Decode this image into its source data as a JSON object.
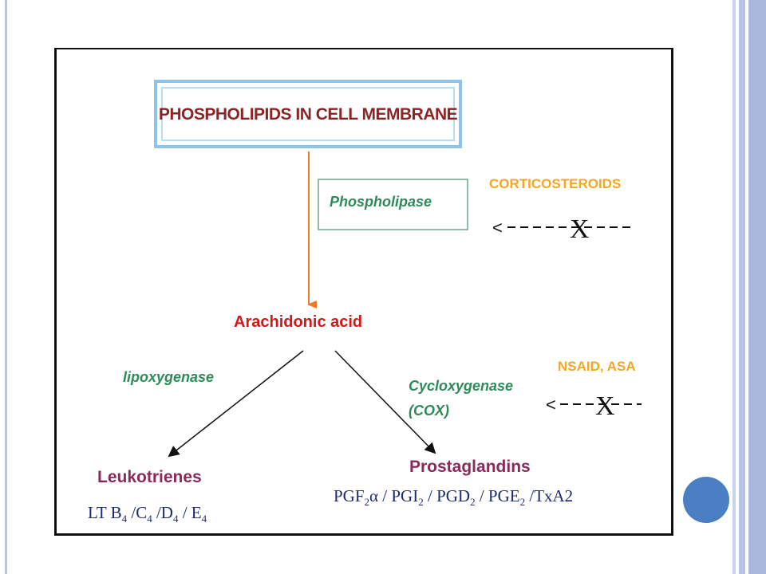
{
  "diagram": {
    "top_box": "PHOSPHOLIPIDS IN CELL MEMBRANE",
    "enzyme_phospholipase": "Phospholipase",
    "drug_corticosteroids": "CORTICOSTEROIDS",
    "intermediate": "Arachidonic acid",
    "enzyme_lipoxygenase": "lipoxygenase",
    "enzyme_cox_line1": "Cycloxygenase",
    "enzyme_cox_line2": "(COX)",
    "drug_nsaid": "NSAID, ASA",
    "product_left": "Leukotrienes",
    "product_right": "Prostaglandins",
    "block_symbol": "X",
    "arrow_head": "<",
    "left_formula": {
      "prefix": "LT B",
      "sub1": "4",
      "p2": " /C",
      "sub2": "4",
      "p3": " /D",
      "sub3": "4",
      "p4": " / E",
      "sub4": "4"
    },
    "right_formula": {
      "p1": "PGF",
      "sub1": "2",
      "p1b": "α",
      "p2": " / PGI",
      "sub2": "2",
      "p3": " / PGD",
      "sub3": "2",
      "p4": " / PGE",
      "sub4": "2",
      "p5": " /TxA2"
    }
  },
  "colors": {
    "title": "#8a2525",
    "enzyme": "#2f8a5a",
    "drug": "#f5a623",
    "acid": "#d01a1a",
    "product": "#8b2a5a",
    "formula": "#1e2a6e",
    "main_arrow": "#f07a22",
    "accent_dot": "#4a7fc4"
  }
}
